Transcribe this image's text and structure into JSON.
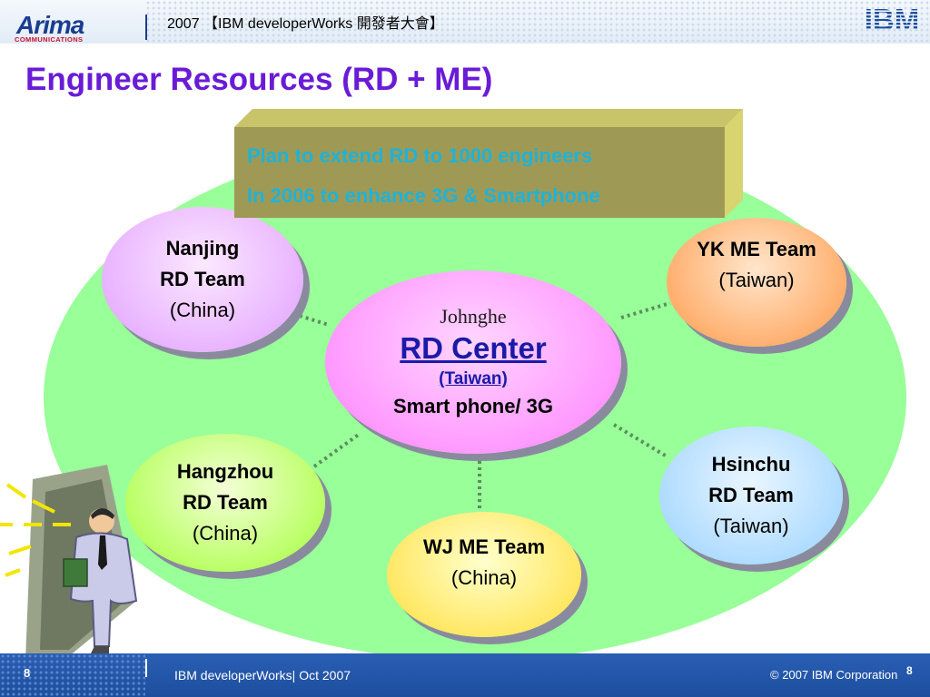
{
  "header": {
    "logo_name": "Arima",
    "logo_sub": "COMMUNICATIONS",
    "title": "2007 【IBM developerWorks 開發者大會】",
    "brand_logo": "IBM"
  },
  "slide": {
    "title": "Engineer Resources (RD + ME)"
  },
  "plan": {
    "line1": "Plan to extend RD to 1000 engineers",
    "line2": "In 2006  to enhance 3G & Smartphone"
  },
  "bubbles": {
    "nanjing": {
      "line1": "Nanjing",
      "line2": "RD Team",
      "line3": "(China)"
    },
    "yk": {
      "line1": "YK ME Team",
      "line2": "(Taiwan)"
    },
    "center": {
      "line1": "Johnghe",
      "line2": "RD Center",
      "line3": "(Taiwan)",
      "line4": "Smart phone/ 3G"
    },
    "hangzhou": {
      "line1": "Hangzhou",
      "line2": "RD Team",
      "line3": "(China)"
    },
    "hsinchu": {
      "line1": "Hsinchu",
      "line2": "RD Team",
      "line3": "(Taiwan)"
    },
    "wj": {
      "line1": "WJ ME Team",
      "line2": "(China)"
    }
  },
  "footer": {
    "left": "8",
    "center": "IBM developerWorks| Oct 2007",
    "right": "© 2007 IBM Corporation",
    "page": "8"
  },
  "icons": [
    "businessman-clipart-icon",
    "arima-logo",
    "ibm-logo"
  ],
  "colors": {
    "title": "#6a1bd6",
    "plan_text": "#20b2d8",
    "big_ellipse": "#99ff99",
    "header_accent": "#1a3d8f",
    "footer_bg": "#1d4e9e"
  }
}
